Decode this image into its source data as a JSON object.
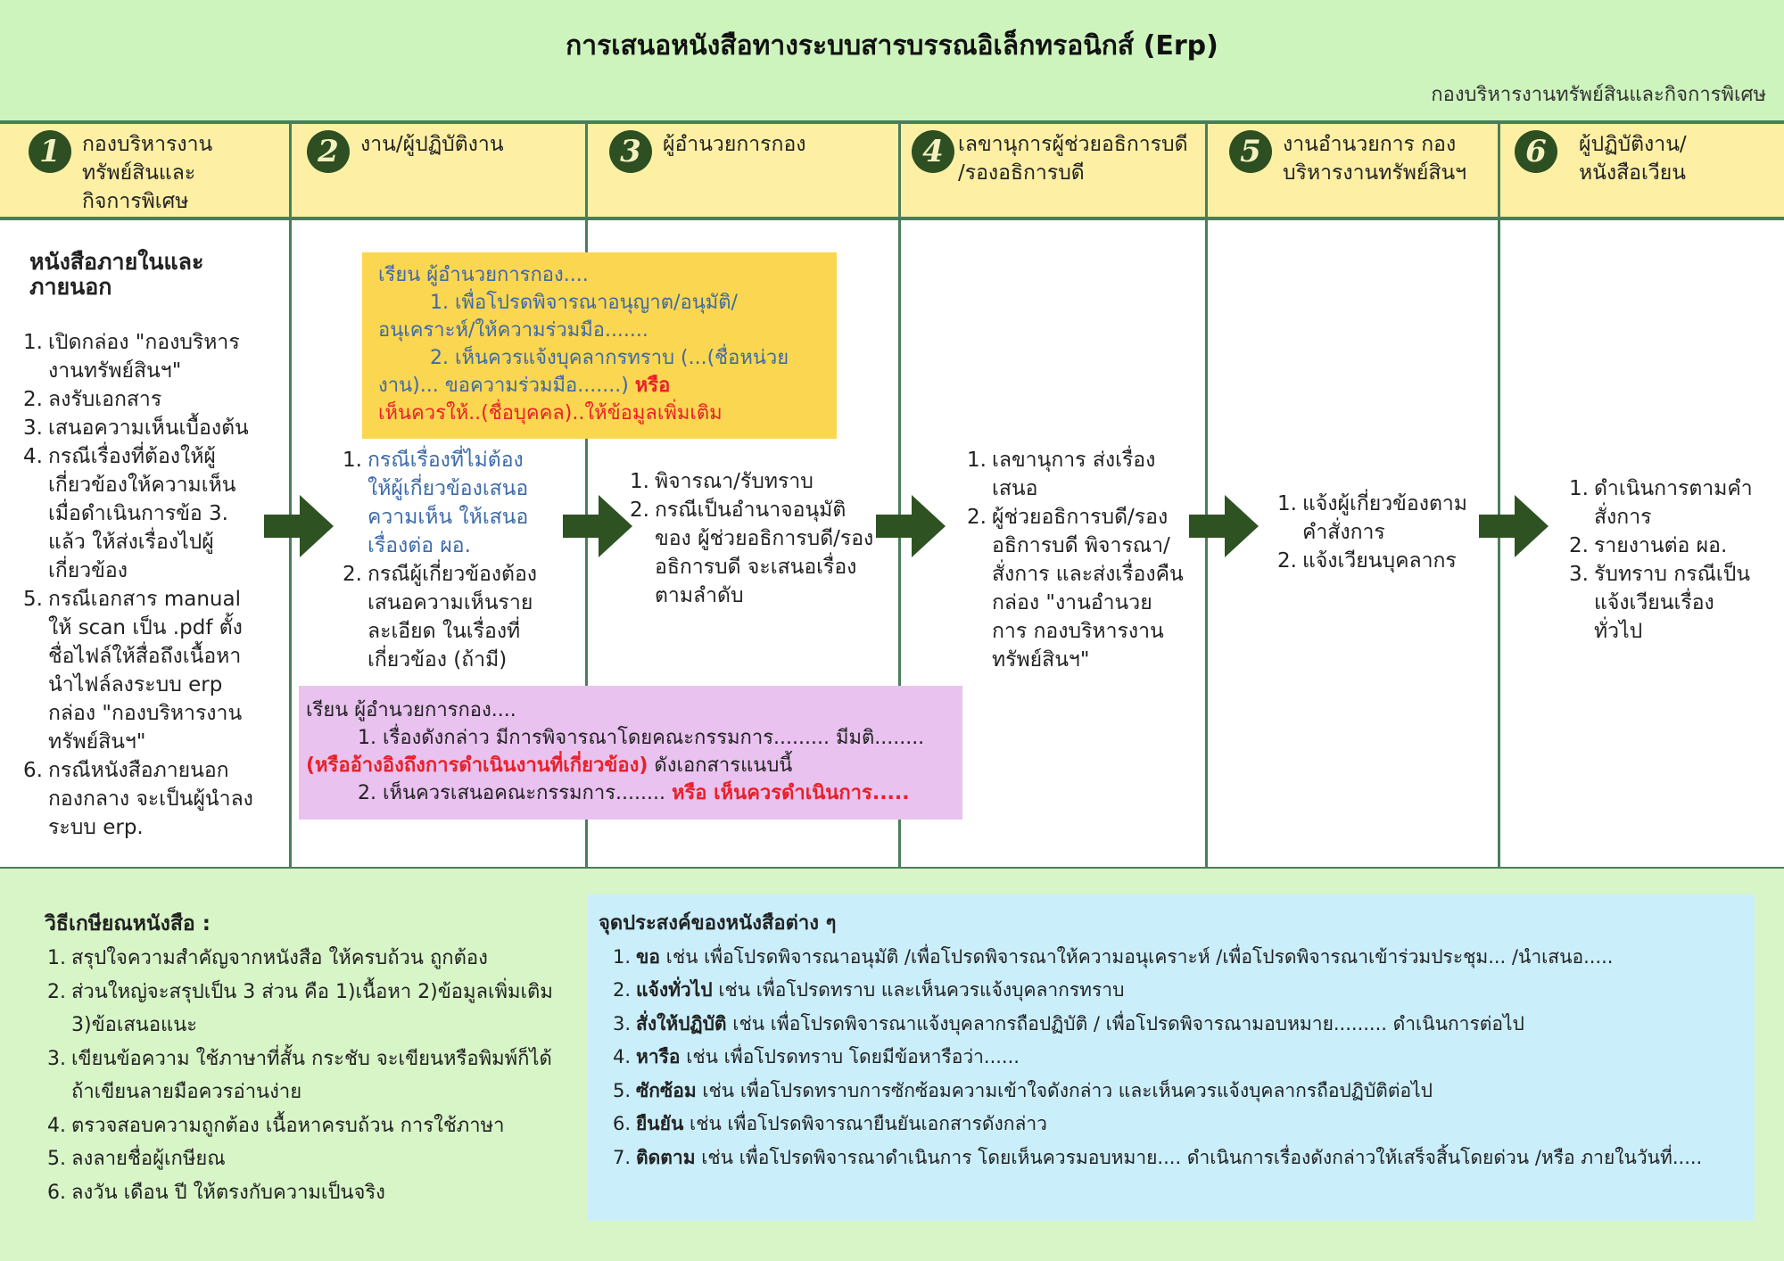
{
  "header": {
    "title": "การเสนอหนังสือทางระบบสารบรรณอิเล็กทรอนิกส์ (Erp)",
    "subtitle": "กองบริหารงานทรัพย์สินและกิจการพิเศษ"
  },
  "columns": [
    {
      "num": "1",
      "label": "กองบริหารงานทรัพย์สินและกิจการพิเศษ"
    },
    {
      "num": "2",
      "label": "งาน/ผู้ปฏิบัติงาน"
    },
    {
      "num": "3",
      "label": "ผู้อำนวยการกอง"
    },
    {
      "num": "4",
      "label": "เลขานุการผู้ช่วยอธิการบดี /รองอธิการบดี"
    },
    {
      "num": "5",
      "label": "งานอำนวยการ กองบริหารงานทรัพย์สินฯ"
    },
    {
      "num": "6",
      "label": "ผู้ปฏิบัติงาน/ หนังสือเวียน"
    }
  ],
  "col1": {
    "heading": "หนังสือภายในและภายนอก",
    "items": [
      "เปิดกล่อง \"กองบริหารงานทรัพย์สินฯ\"",
      "ลงรับเอกสาร",
      "เสนอความเห็นเบื้องต้น",
      "กรณีเรื่องที่ต้องให้ผู้เกี่ยวข้องให้ความเห็น เมื่อดำเนินการข้อ 3. แล้ว ให้ส่งเรื่องไปผู้เกี่ยวข้อง",
      "กรณีเอกสาร manual ให้ scan เป็น .pdf ตั้งชื่อไฟล์ให้สื่อถึงเนื้อหา นำไฟล์ลงระบบ erp กล่อง \"กองบริหารงานทรัพย์สินฯ\"",
      "กรณีหนังสือภายนอก กองกลาง จะเป็นผู้นำลงระบบ erp."
    ]
  },
  "col2": {
    "items": [
      "กรณีเรื่องที่ไม่ต้องให้ผู้เกี่ยวข้องเสนอความเห็น ให้เสนอเรื่องต่อ ผอ.",
      "กรณีผู้เกี่ยวข้องต้องเสนอความเห็นรายละเอียด ในเรื่องที่เกี่ยวข้อง (ถ้ามี)"
    ]
  },
  "col3": {
    "items": [
      "พิจารณา/รับทราบ",
      "กรณีเป็นอำนาจอนุมัติของ ผู้ช่วยอธิการบดี/รองอธิการบดี จะเสนอเรื่องตามลำดับ"
    ]
  },
  "col4": {
    "items": [
      "เลขานุการ ส่งเรื่องเสนอ",
      "ผู้ช่วยอธิการบดี/รองอธิการบดี พิจารณา/สั่งการ และส่งเรื่องคืนกล่อง \"งานอำนวยการ กองบริหารงานทรัพย์สินฯ\""
    ]
  },
  "col5": {
    "items": [
      "แจ้งผู้เกี่ยวข้องตามคำสั่งการ",
      "แจ้งเวียนบุคลากร"
    ]
  },
  "col6": {
    "items": [
      "ดำเนินการตามคำสั่งการ",
      "รายงานต่อ ผอ.",
      "รับทราบ กรณีเป็นแจ้งเวียนเรื่องทั่วไป"
    ]
  },
  "yellow_note": {
    "l1": "เรียน ผู้อำนวยการกอง....",
    "l2": "1. เพื่อโปรดพิจารณาอนุญาต/อนุมัติ/อนุเคราะห์/ให้ความร่วมมือ.......",
    "l3": "2. เห็นควรแจ้งบุคลากรทราบ (...(ชื่อหน่วยงาน)... ขอความร่วมมือ.......)",
    "l3_red": "หรือ",
    "l4_red": "เห็นควรให้..(ชื่อบุคคล)..ให้ข้อมูลเพิ่มเติม"
  },
  "pink_note": {
    "l1": "เรียน ผู้อำนวยการกอง....",
    "l2a": "1. เรื่องดังกล่าว มีการพิจารณาโดยคณะกรรมการ......... มีมติ........",
    "l2_red": "(หรืออ้างอิงถึงการดำเนินงานที่เกี่ยวข้อง)",
    "l2b": "ดังเอกสารแนบนี้",
    "l3a": "2. เห็นควรเสนอคณะกรรมการ........",
    "l3_red": "หรือ เห็นควรดำเนินการ....."
  },
  "writing": {
    "heading": "วิธีเกษียณหนังสือ :",
    "items": [
      "สรุปใจความสำคัญจากหนังสือ ให้ครบถ้วน ถูกต้อง",
      "ส่วนใหญ่จะสรุปเป็น 3 ส่วน คือ 1)เนื้อหา 2)ข้อมูลเพิ่มเติม 3)ข้อเสนอแนะ",
      "เขียนข้อความ ใช้ภาษาที่สั้น กระชับ จะเขียนหรือพิมพ์ก็ได้ ถ้าเขียนลายมือควรอ่านง่าย",
      "ตรวจสอบความถูกต้อง เนื้อหาครบถ้วน การใช้ภาษา",
      "ลงลายชื่อผู้เกษียณ",
      "ลงวัน เดือน ปี ให้ตรงกับความเป็นจริง"
    ]
  },
  "purposes": {
    "heading": "จุดประสงค์ของหนังสือต่าง ๆ",
    "items": [
      {
        "key": "ขอ",
        "text": "เช่น เพื่อโปรดพิจารณาอนุมัติ /เพื่อโปรดพิจารณาให้ความอนุเคราะห์ /เพื่อโปรดพิจารณาเข้าร่วมประชุม... /นำเสนอ....."
      },
      {
        "key": "แจ้งทั่วไป",
        "text": "เช่น เพื่อโปรดทราบ และเห็นควรแจ้งบุคลากรทราบ"
      },
      {
        "key": "สั่งให้ปฏิบัติ",
        "text": "เช่น เพื่อโปรดพิจารณาแจ้งบุคลากรถือปฏิบัติ / เพื่อโปรดพิจารณามอบหมาย......... ดำเนินการต่อไป"
      },
      {
        "key": "หารือ",
        "text": "เช่น เพื่อโปรดทราบ โดยมีข้อหารือว่า......"
      },
      {
        "key": "ซักซ้อม",
        "text": "เช่น เพื่อโปรดทราบการซักซ้อมความเข้าใจดังกล่าว และเห็นควรแจ้งบุคลากรถือปฏิบัติต่อไป"
      },
      {
        "key": "ยืนยัน",
        "text": "เช่น เพื่อโปรดพิจารณายืนยันเอกสารดังกล่าว"
      },
      {
        "key": "ติดตาม",
        "text": "เช่น เพื่อโปรดพิจารณาดำเนินการ โดยเห็นควรมอบหมาย.... ดำเนินการเรื่องดังกล่าวให้เสร็จสิ้นโดยด่วน /หรือ ภายในวันที่....."
      }
    ]
  },
  "colors": {
    "accent": "#2d4f22",
    "header_bg": "#cdf4bd",
    "col_bg": "#fdf0a4",
    "yellow": "#fbd650",
    "pink": "#e9c2ef",
    "blue": "#caeefa",
    "red": "#e8202a"
  }
}
